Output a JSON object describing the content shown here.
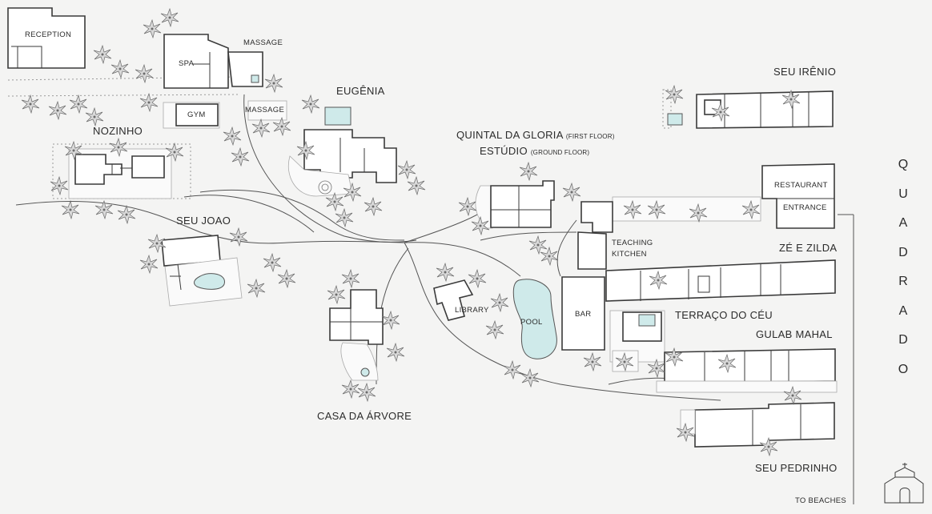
{
  "labels": {
    "reception": "RECEPTION",
    "spa": "SPA",
    "massage_top": "MASSAGE",
    "massage_mid": "MASSAGE",
    "gym": "GYM",
    "nozinho": "NOZINHO",
    "eugenia": "EUGÊNIA",
    "seu_joao": "SEU JOAO",
    "quintal": "QUINTAL DA GLORIA",
    "quintal_sub": "(FIRST FLOOR)",
    "estudio": "ESTÚDIO",
    "estudio_sub": "(GROUND FLOOR)",
    "seu_irenio": "SEU IRÊNIO",
    "restaurant": "RESTAURANT",
    "entrance": "ENTRANCE",
    "teaching_1": "TEACHING",
    "teaching_2": "KITCHEN",
    "ze_zilda": "ZÉ E ZILDA",
    "library": "LIBRARY",
    "pool": "POOL",
    "bar": "BAR",
    "terraco": "TERRAÇO DO CÉU",
    "gulab": "GULAB MAHAL",
    "casa_arvore": "CASA DA ÁRVORE",
    "seu_pedrinho": "SEU PEDRINHO",
    "to_beaches": "TO BEACHES",
    "quadrado": "QUADRADO"
  },
  "icons": {
    "tree": "tree-icon",
    "church": "church-icon"
  },
  "colors": {
    "background": "#f4f4f3",
    "water": "#cfeaea",
    "walls": "#3a3a3a",
    "text": "#2b2b2b"
  }
}
